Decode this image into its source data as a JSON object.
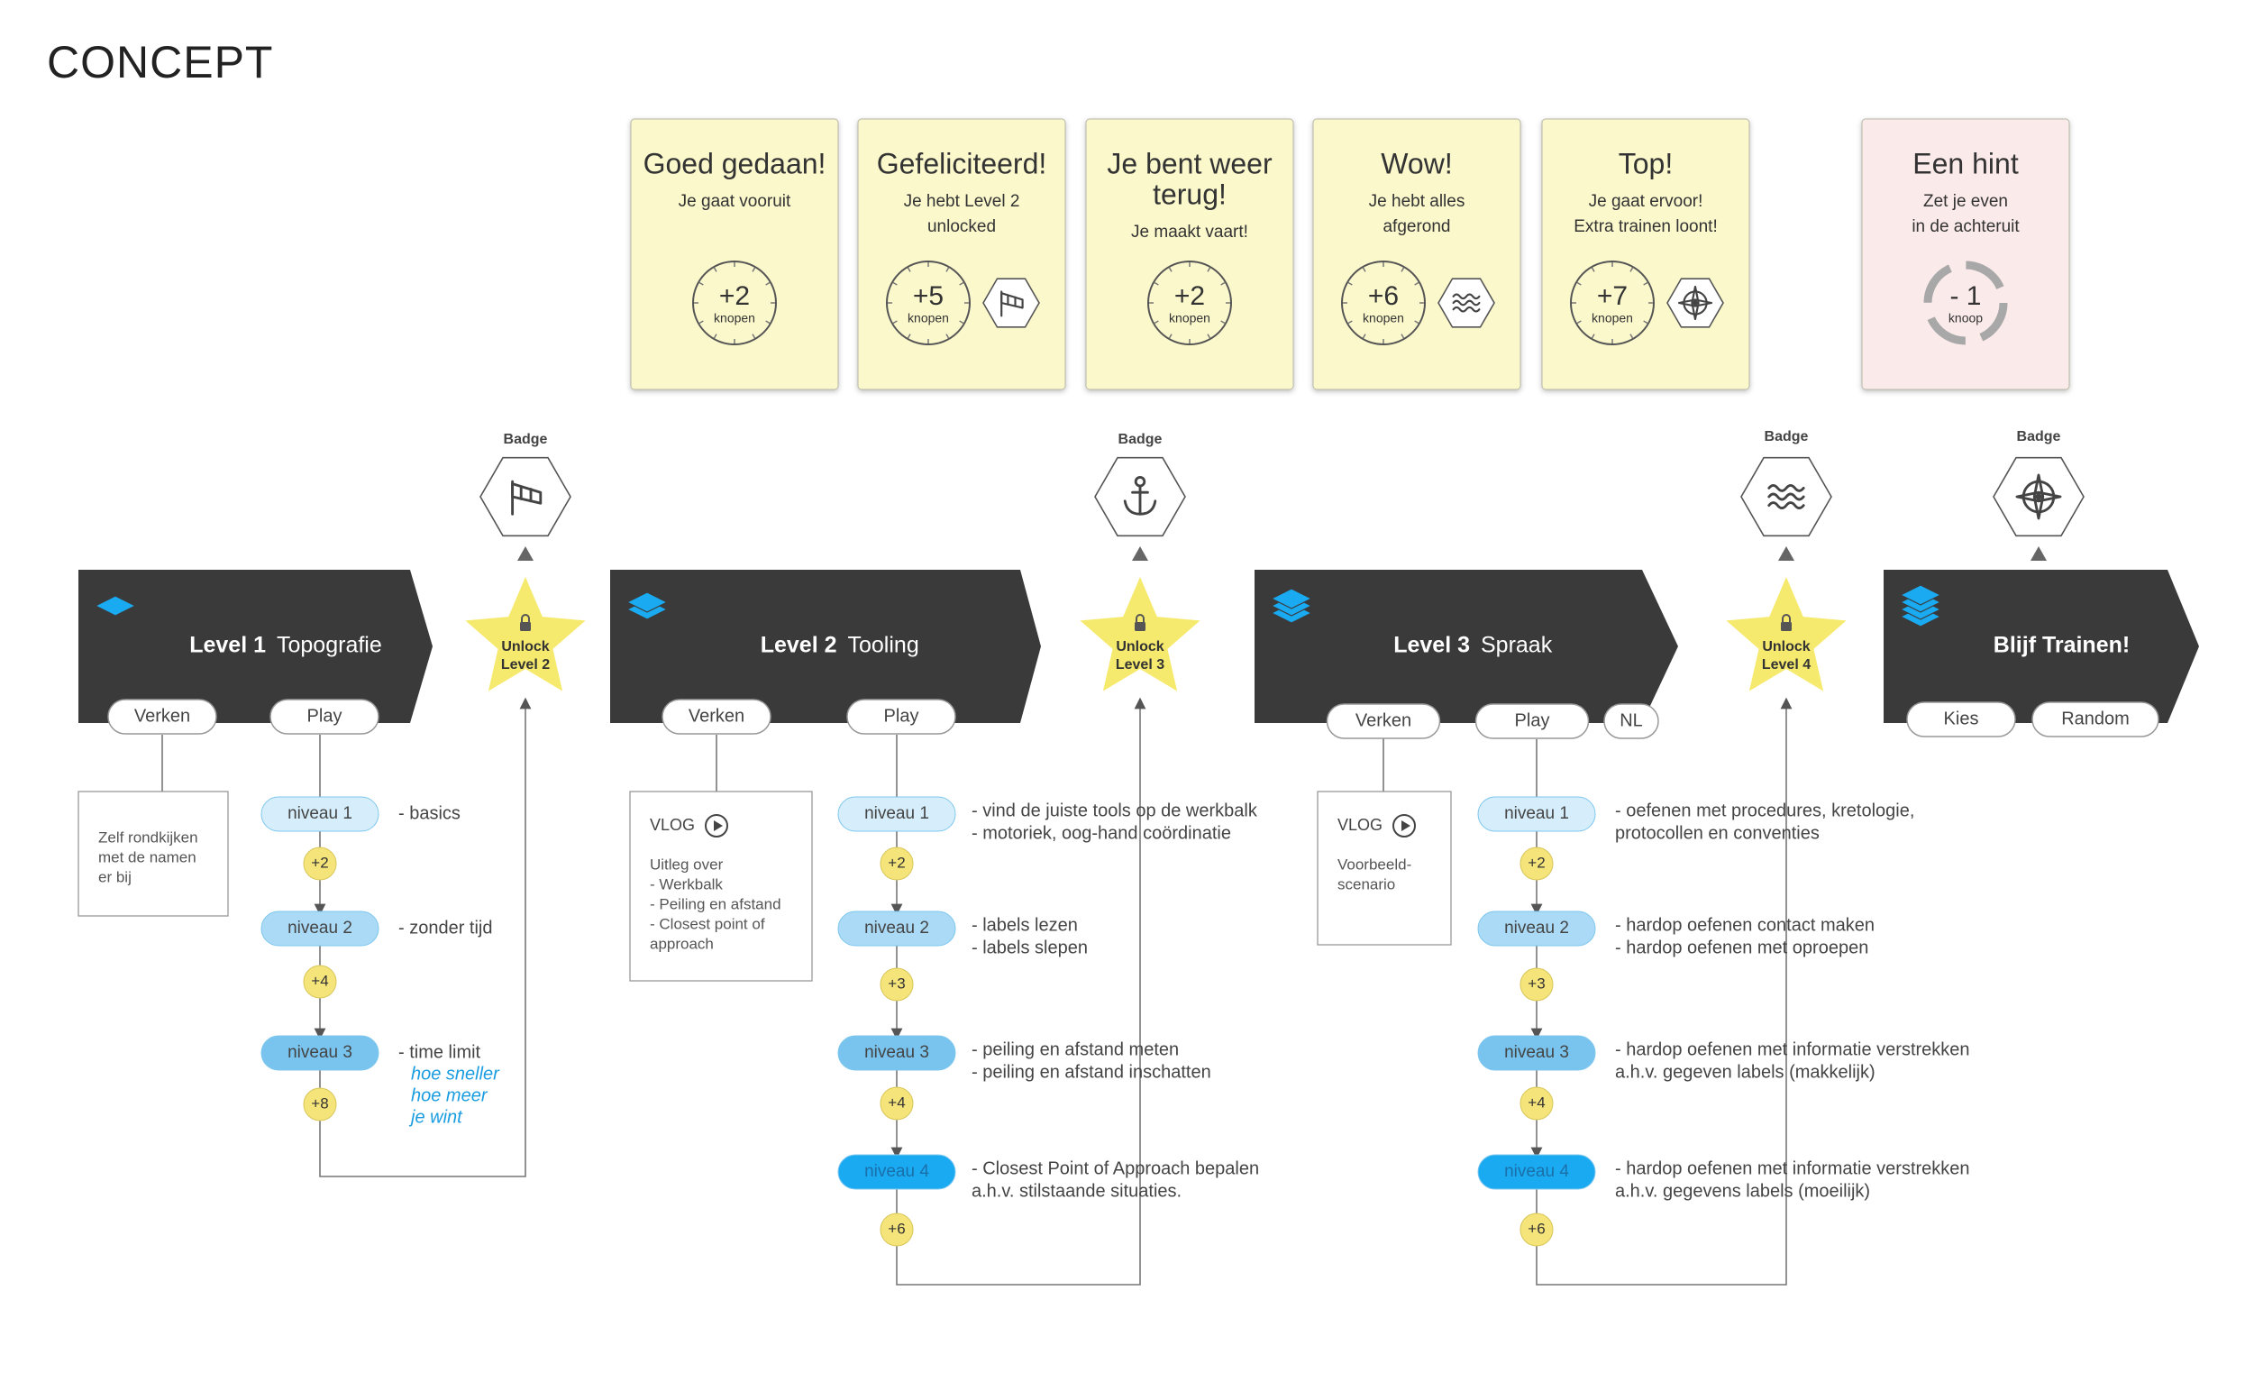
{
  "title": "CONCEPT",
  "colors": {
    "dark": "#3a3a3a",
    "note": "#fbf8cc",
    "hint": "#fbeaea",
    "star": "#f6ea6e",
    "blue": "#1aaaf2",
    "pill_light": "#d6eefc",
    "pill_mid": "#aadaf6",
    "pill_mid2": "#79c4ef",
    "coin": "#f5e47a",
    "link_text": "#1a9de0"
  },
  "cards": [
    {
      "title": [
        "Goed gedaan!"
      ],
      "sub": [
        "Je gaat vooruit"
      ],
      "coin": "+2",
      "coin_label": "knopen",
      "badge": null
    },
    {
      "title": [
        "Gefeliciteerd!"
      ],
      "sub": [
        "Je hebt Level 2",
        "unlocked"
      ],
      "coin": "+5",
      "coin_label": "knopen",
      "badge": "windsock-icon"
    },
    {
      "title": [
        "Je bent weer",
        "terug!"
      ],
      "sub": [
        "Je maakt vaart!"
      ],
      "coin": "+2",
      "coin_label": "knopen",
      "badge": null
    },
    {
      "title": [
        "Wow!"
      ],
      "sub": [
        "Je hebt alles",
        "afgerond"
      ],
      "coin": "+6",
      "coin_label": "knopen",
      "badge": "waves-icon"
    },
    {
      "title": [
        "Top!"
      ],
      "sub": [
        "Je gaat ervoor!",
        "Extra trainen loont!"
      ],
      "coin": "+7",
      "coin_label": "knopen",
      "badge": "compass-icon"
    },
    {
      "title": [
        "Een hint"
      ],
      "sub": [
        "Zet je even",
        "in de achteruit"
      ],
      "coin": "- 1",
      "coin_label": "knoop",
      "badge": null
    }
  ],
  "badge_label": "Badge",
  "badges": [
    "windsock-icon",
    "anchor-icon",
    "waves-icon",
    "compass-icon"
  ],
  "unlocks": [
    [
      "Unlock",
      "Level 2"
    ],
    [
      "Unlock",
      "Level 3"
    ],
    [
      "Unlock",
      "Level 4"
    ]
  ],
  "levels": [
    {
      "num": "Level 1",
      "name": "Topografie",
      "tabs": [
        "Verken",
        "Play"
      ],
      "icon": "layers-1-icon"
    },
    {
      "num": "Level 2",
      "name": "Tooling",
      "tabs": [
        "Verken",
        "Play"
      ],
      "icon": "layers-2-icon"
    },
    {
      "num": "Level 3",
      "name": "Spraak",
      "tabs": [
        "Verken",
        "Play",
        "NL"
      ],
      "icon": "layers-3-icon"
    },
    {
      "num": "",
      "name": "Blijf Trainen!",
      "tabs": [
        "Kies",
        "Random"
      ],
      "icon": "layers-4-icon"
    }
  ],
  "verken_boxes": [
    {
      "vlog": "",
      "lines": [
        "Zelf rondkijken",
        "met de namen",
        "er bij"
      ]
    },
    {
      "vlog": "VLOG",
      "lines": [
        "Uitleg over",
        "- Werkbalk",
        "- Peiling en afstand",
        "- Closest point of",
        "   approach"
      ]
    },
    {
      "vlog": "VLOG",
      "lines": [
        "Voorbeeld-",
        "scenario"
      ]
    }
  ],
  "columns": [
    {
      "niveaus": [
        "niveau 1",
        "niveau 2",
        "niveau 3"
      ],
      "coins": [
        "+2",
        "+4",
        "+8"
      ],
      "descs": [
        [
          "- basics"
        ],
        [
          "- zonder tijd"
        ],
        [
          "- time limit"
        ]
      ],
      "italic": [
        "hoe sneller",
        "hoe meer",
        "je wint"
      ]
    },
    {
      "niveaus": [
        "niveau 1",
        "niveau 2",
        "niveau 3",
        "niveau 4"
      ],
      "coins": [
        "+2",
        "+3",
        "+4",
        "+6"
      ],
      "descs": [
        [
          "- vind de juiste tools op de werkbalk",
          "- motoriek, oog-hand coördinatie"
        ],
        [
          "- labels lezen",
          "- labels slepen"
        ],
        [
          "- peiling en afstand meten",
          "- peiling en afstand inschatten"
        ],
        [
          "- Closest Point of Approach bepalen",
          "  a.h.v. stilstaande situaties."
        ]
      ]
    },
    {
      "niveaus": [
        "niveau 1",
        "niveau 2",
        "niveau 3",
        "niveau 4"
      ],
      "coins": [
        "+2",
        "+3",
        "+4",
        "+6"
      ],
      "descs": [
        [
          "- oefenen met procedures, kretologie,",
          "  protocollen en conventies"
        ],
        [
          "- hardop oefenen contact maken",
          "- hardop oefenen met oproepen"
        ],
        [
          "- hardop oefenen met informatie verstrekken",
          "   a.h.v. gegeven labels (makkelijk)"
        ],
        [
          "- hardop oefenen met informatie verstrekken",
          "   a.h.v. gegevens labels (moeilijk)"
        ]
      ]
    }
  ]
}
